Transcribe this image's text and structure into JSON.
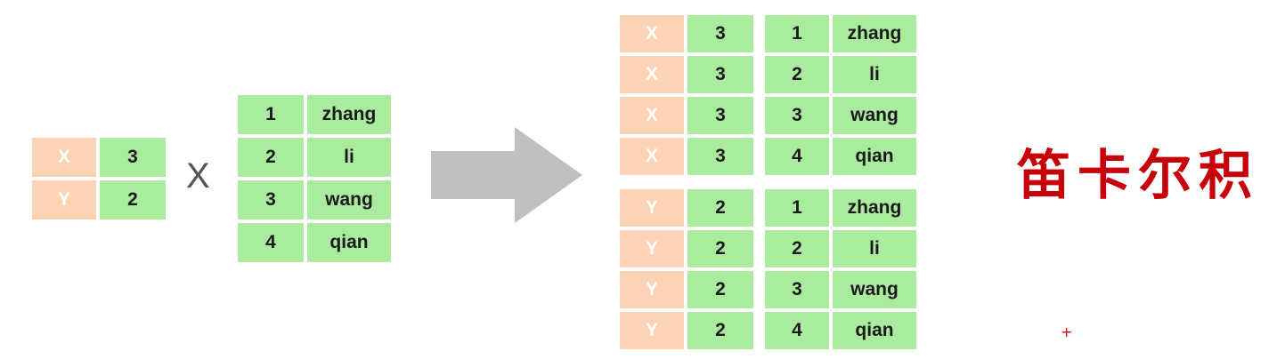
{
  "left_table": [
    [
      "X",
      "3"
    ],
    [
      "Y",
      "2"
    ]
  ],
  "operator": "X",
  "mid_table": [
    [
      "1",
      "zhang"
    ],
    [
      "2",
      "li"
    ],
    [
      "3",
      "wang"
    ],
    [
      "4",
      "qian"
    ]
  ],
  "result_top_left": [
    [
      "X",
      "3"
    ],
    [
      "X",
      "3"
    ],
    [
      "X",
      "3"
    ],
    [
      "X",
      "3"
    ]
  ],
  "result_top_right": [
    [
      "1",
      "zhang"
    ],
    [
      "2",
      "li"
    ],
    [
      "3",
      "wang"
    ],
    [
      "4",
      "qian"
    ]
  ],
  "result_bottom_left": [
    [
      "Y",
      "2"
    ],
    [
      "Y",
      "2"
    ],
    [
      "Y",
      "2"
    ],
    [
      "Y",
      "2"
    ]
  ],
  "result_bottom_right": [
    [
      "1",
      "zhang"
    ],
    [
      "2",
      "li"
    ],
    [
      "3",
      "wang"
    ],
    [
      "4",
      "qian"
    ]
  ],
  "title": "笛卡尔积",
  "cursor_mark": "+",
  "colors": {
    "green_cell": "#a9ec9e",
    "orange_cell": "#fcd3b5",
    "arrow": "#bfbfbf",
    "title": "#c8000a"
  },
  "icons": {
    "arrow": "right-arrow-icon"
  }
}
